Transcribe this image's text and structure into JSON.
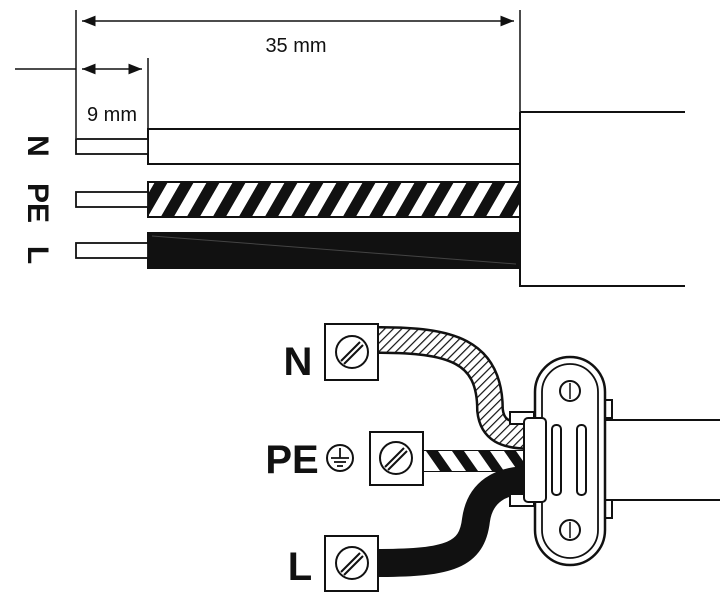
{
  "dimensions": {
    "total_length": "35 mm",
    "strip_length": "9 mm"
  },
  "cable_wire_labels": [
    "N",
    "PE",
    "L"
  ],
  "terminal_labels": {
    "n": "N",
    "pe": "PE",
    "l": "L"
  },
  "icons": [
    "ground-symbol-icon",
    "screw-icon",
    "cable-clamp-icon"
  ],
  "colors": {
    "line": "#111111",
    "background": "#ffffff"
  }
}
